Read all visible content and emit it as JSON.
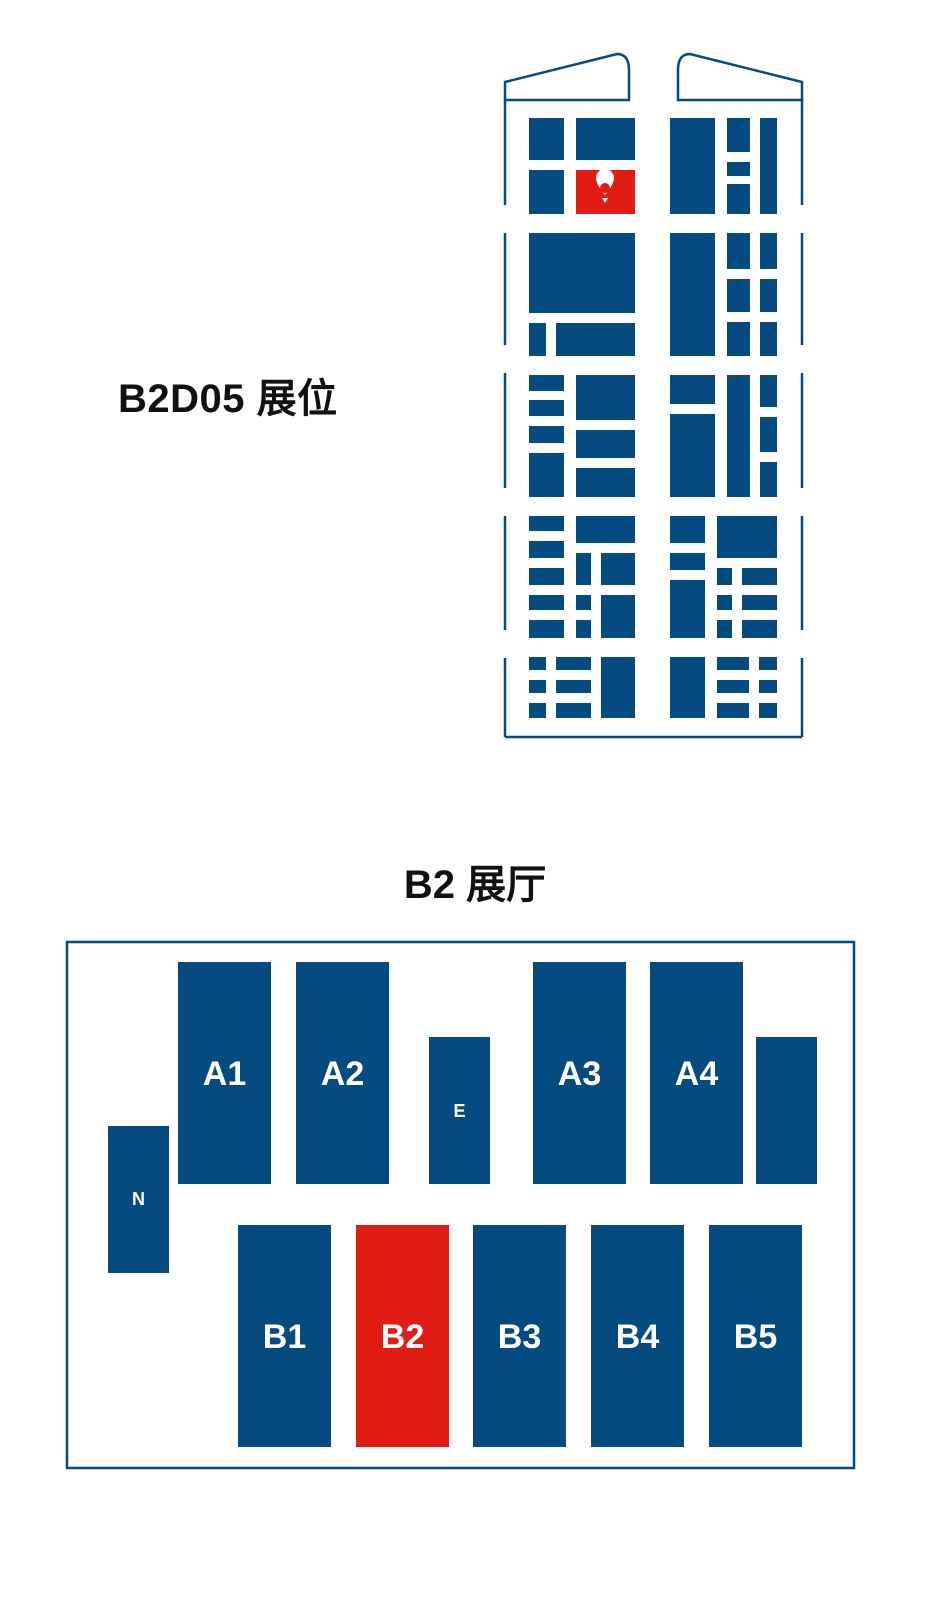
{
  "booth_title": "B2D05 展位",
  "hall_title": "B2 展厅",
  "colors": {
    "block": "#054b80",
    "highlight": "#e11c14"
  },
  "icons": {
    "booth_marker": "location-pin-icon"
  },
  "halls": {
    "a1": "A1",
    "a2": "A2",
    "a3": "A3",
    "a4": "A4",
    "e": "E",
    "n": "N",
    "b1": "B1",
    "b2": "B2",
    "b3": "B3",
    "b4": "B4",
    "b5": "B5"
  },
  "selected_hall": "B2"
}
